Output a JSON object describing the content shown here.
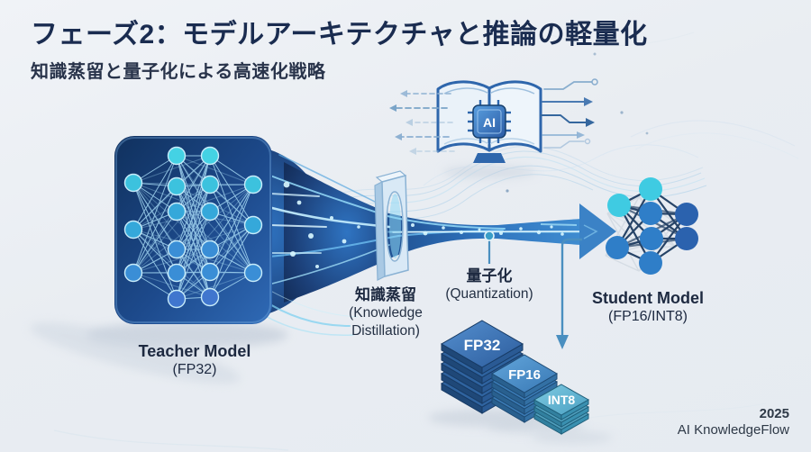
{
  "header": {
    "title": "フェーズ2：モデルアーキテクチャと推論の軽量化",
    "subtitle": "知識蒸留と量子化による高速化戦略"
  },
  "teacher": {
    "label": "Teacher Model",
    "sublabel": "(FP32)"
  },
  "student": {
    "label": "Student Model",
    "sublabel": "(FP16/INT8)"
  },
  "distillation": {
    "label_ja": "知識蒸留",
    "label_en_line1": "(Knowledge",
    "label_en_line2": "Distillation)"
  },
  "quantization": {
    "label_ja": "量子化",
    "label_en": "(Quantization)"
  },
  "stacks": [
    {
      "label": "FP32"
    },
    {
      "label": "FP16"
    },
    {
      "label": "INT8"
    }
  ],
  "book": {
    "chip_label": "AI"
  },
  "footer": {
    "year": "2025",
    "brand": "AI KnowledgeFlow"
  },
  "icons": {
    "ai-book-icon": "open book with AI chip",
    "teacher-network-icon": "dense neural network on blue card",
    "student-network-icon": "small neural network",
    "funnel-stream-icon": "data stream funnel",
    "filter-plate-icon": "distillation filter plate",
    "precision-stack-icons": "isometric FP32/FP16/INT8 block stacks",
    "flow-arrow-icon": "right arrow to student model",
    "down-arrow-icon": "elbow arrow to precision stacks"
  },
  "colors": {
    "background": "#eaeef3",
    "title": "#1a2c50",
    "deep_navy": "#143461",
    "accent_blue": "#3b82c6",
    "cyan": "#4fd9e4",
    "stream_glow": "#a8ecff"
  }
}
